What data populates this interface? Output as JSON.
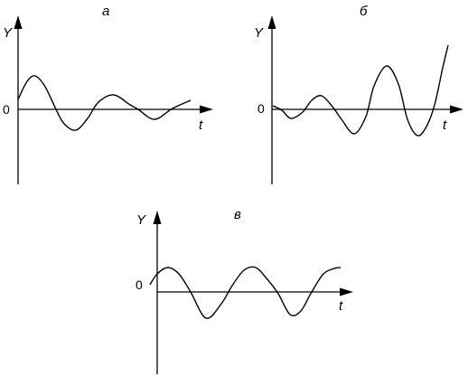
{
  "panels": [
    {
      "label": "а",
      "y_axis_label": "Y",
      "x_axis_label": "t",
      "origin_label": "0",
      "oscillation": "damped"
    },
    {
      "label": "б",
      "y_axis_label": "Y",
      "x_axis_label": "t",
      "origin_label": "0",
      "oscillation": "growing"
    },
    {
      "label": "в",
      "y_axis_label": "Y",
      "x_axis_label": "t",
      "origin_label": "0",
      "oscillation": "constant amplitude"
    }
  ]
}
